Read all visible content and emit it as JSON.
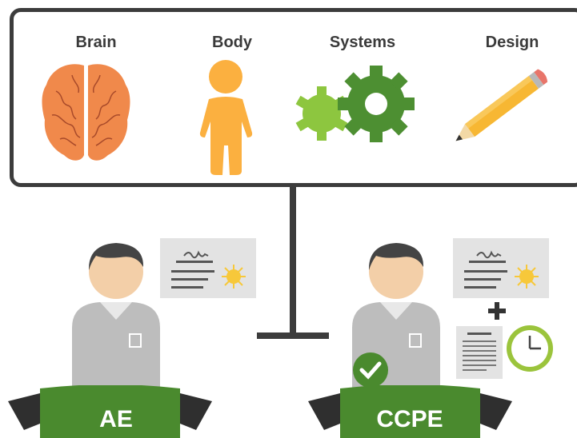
{
  "categories": [
    {
      "label": "Brain",
      "icon": "brain-icon"
    },
    {
      "label": "Body",
      "icon": "person-body-icon"
    },
    {
      "label": "Systems",
      "icon": "gears-icon"
    },
    {
      "label": "Design",
      "icon": "pencil-icon"
    }
  ],
  "credentials": [
    {
      "label": "AE",
      "requirements": [
        "certificate-icon"
      ]
    },
    {
      "label": "CCPE",
      "requirements": [
        "certificate-icon",
        "plus-icon",
        "document-icon",
        "clock-icon"
      ],
      "badge": "checkmark-icon"
    }
  ],
  "colors": {
    "border": "#3c3c3c",
    "brain": "#f0894b",
    "body": "#fbb040",
    "gear_dark": "#4d8f32",
    "gear_light": "#8dc63f",
    "pencil": "#f7b733",
    "banner_green": "#4a8a2e",
    "banner_dark": "#2f2f2f",
    "skin": "#f3cfa8",
    "hair": "#444444",
    "shirt": "#bdbdbd",
    "certificate": "#e3e3e3",
    "seal": "#f7c83a",
    "clock": "#9bc43c"
  }
}
